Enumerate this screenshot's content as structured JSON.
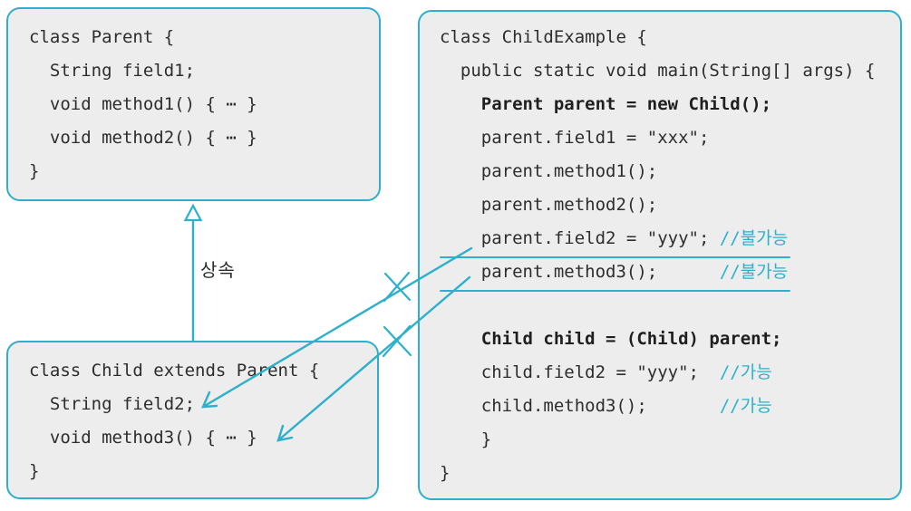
{
  "colors": {
    "accent_cyan": "#2cb0cb",
    "box_fill": "#ededed",
    "code_text": "#2d2d2d",
    "background": "#ffffff"
  },
  "inheritance": {
    "label": "상속"
  },
  "parent_box": {
    "lines": [
      {
        "code": "class Parent {"
      },
      {
        "code": "  String field1;"
      },
      {
        "code": "  void method1() { ⋯ }"
      },
      {
        "code": "  void method2() { ⋯ }"
      },
      {
        "code": "}"
      }
    ]
  },
  "child_box": {
    "lines": [
      {
        "code": "class Child extends Parent {"
      },
      {
        "code": "  String field2;"
      },
      {
        "code": "  void method3() { ⋯ }"
      },
      {
        "code": "}"
      }
    ]
  },
  "example_box": {
    "lines": [
      {
        "code": "class ChildExample {"
      },
      {
        "code": "  public static void main(String[] args) {"
      },
      {
        "code": "    Parent parent = new Child();",
        "bold": true
      },
      {
        "code": "    parent.field1 = \"xxx\";"
      },
      {
        "code": "    parent.method1();"
      },
      {
        "code": "    parent.method2();"
      },
      {
        "code": "    parent.field2 = \"yyy\"; ",
        "comment": "//불가능",
        "underline": true
      },
      {
        "code": "    parent.method3();      ",
        "comment": "//불가능",
        "underline": true
      },
      {
        "code": ""
      },
      {
        "code": "    Child child = (Child) parent;",
        "bold": true
      },
      {
        "code": "    child.field2 = \"yyy\";  ",
        "comment": "//가능"
      },
      {
        "code": "    child.method3();       ",
        "comment": "//가능"
      },
      {
        "code": "    }"
      },
      {
        "code": "}"
      }
    ]
  }
}
